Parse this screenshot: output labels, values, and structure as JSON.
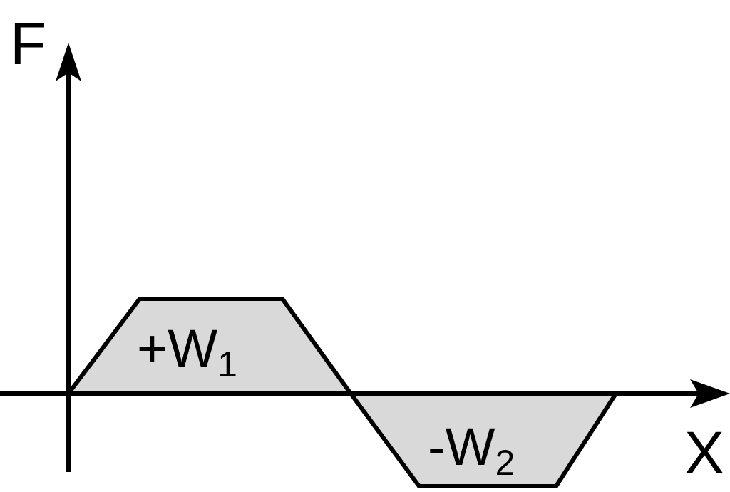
{
  "axes": {
    "y_label": "F",
    "x_label": "X"
  },
  "regions": {
    "positive": {
      "label": "+W",
      "subscript": "1"
    },
    "negative": {
      "label": "-W",
      "subscript": "2"
    }
  },
  "colors": {
    "fill": "#d9d9d9",
    "stroke": "#000000"
  }
}
